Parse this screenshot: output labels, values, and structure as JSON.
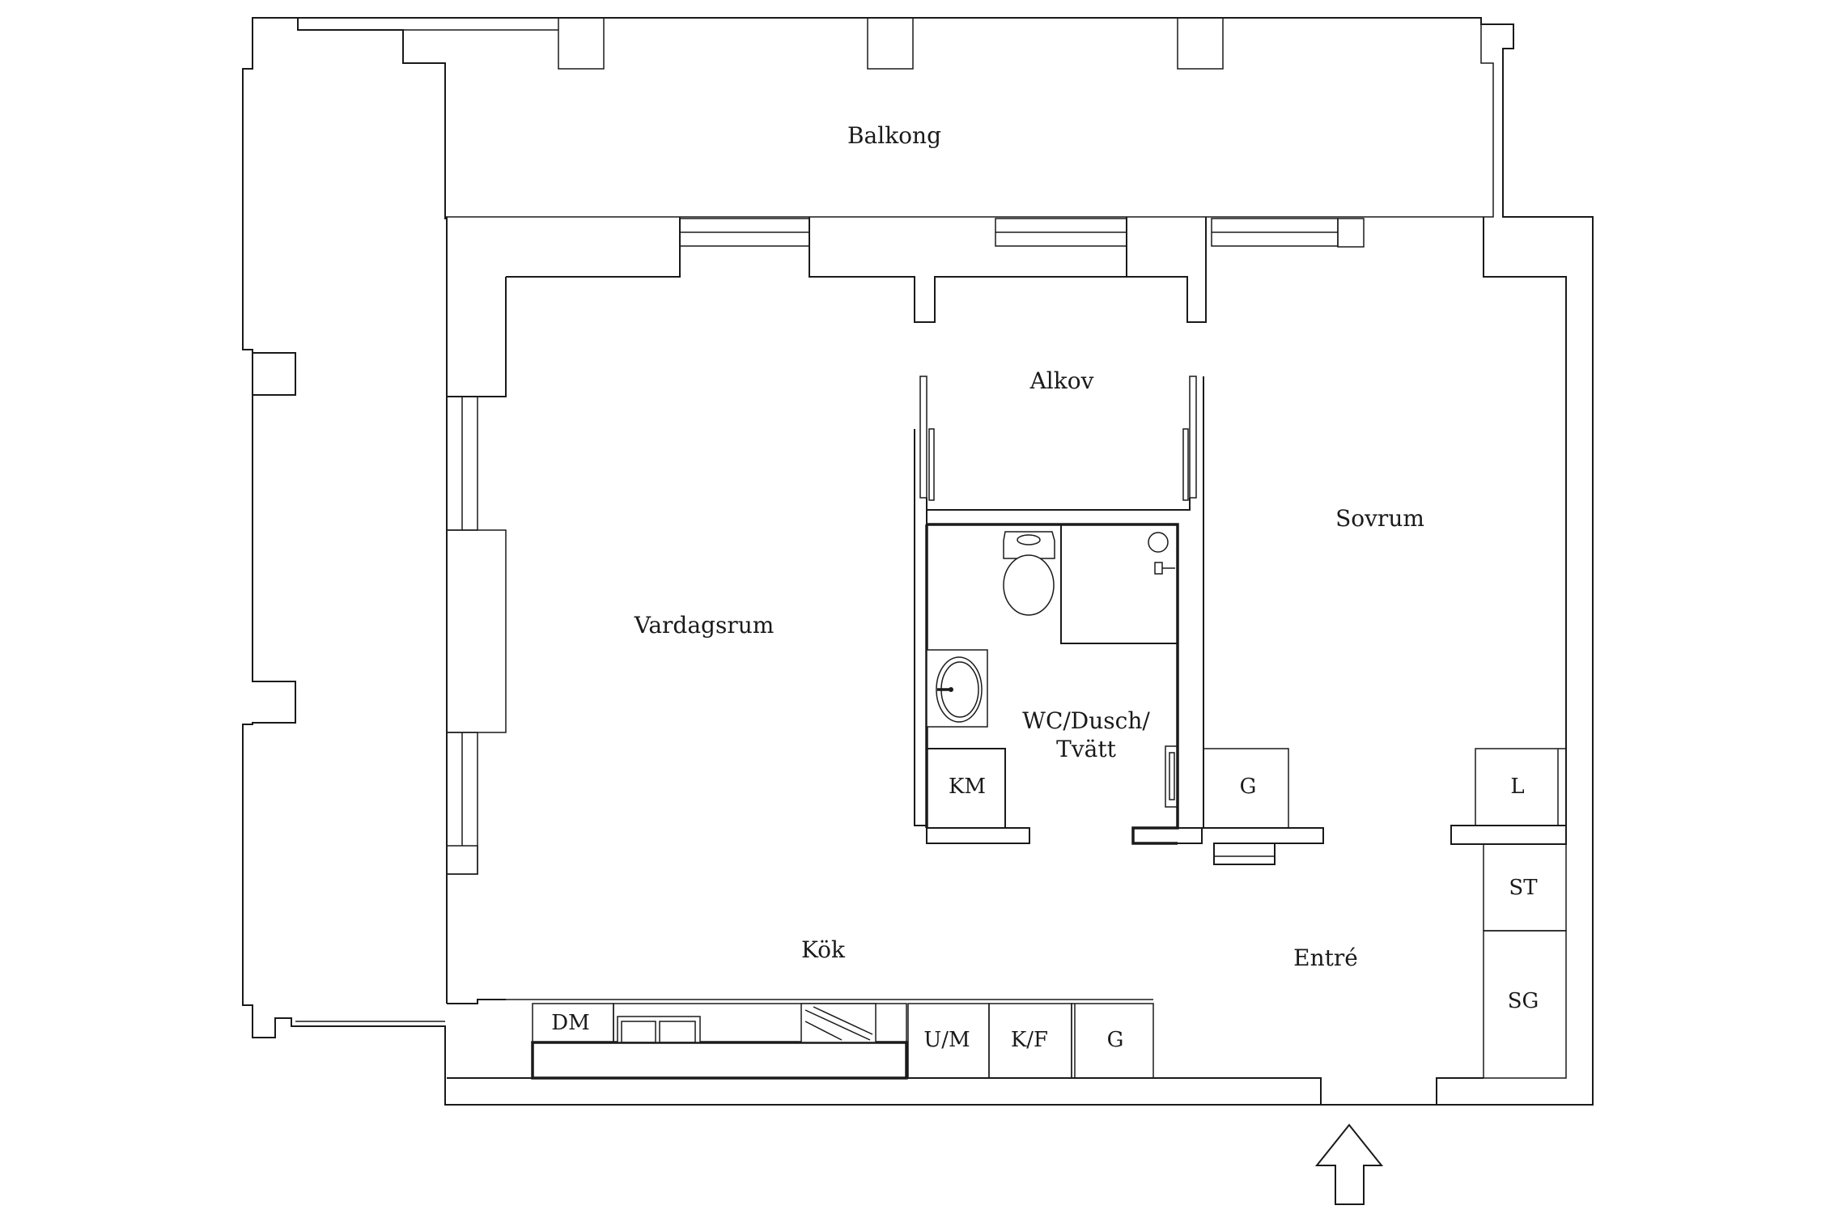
{
  "rooms": {
    "balcony": "Balkong",
    "alcove": "Alkov",
    "bedroom": "Sovrum",
    "living_room": "Vardagsrum",
    "bathroom_line1": "WC/Dusch/",
    "bathroom_line2": "Tvätt",
    "kitchen": "Kök",
    "entrance": "Entré"
  },
  "fixtures": {
    "km": "KM",
    "g_bedroom": "G",
    "l": "L",
    "st": "ST",
    "sg": "SG",
    "dm": "DM",
    "um": "U/M",
    "kf": "K/F",
    "g_kitchen": "G"
  }
}
